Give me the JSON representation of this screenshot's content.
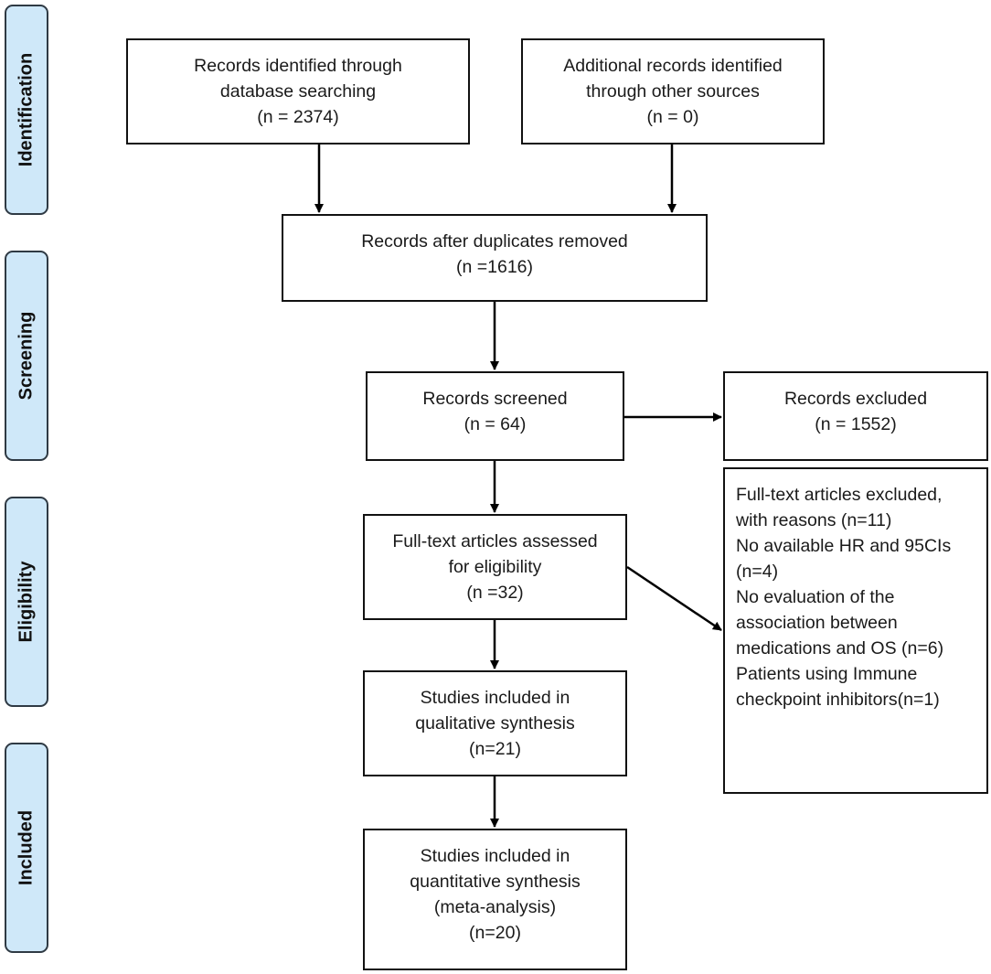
{
  "phases": {
    "identification": "Identification",
    "screening": "Screening",
    "eligibility": "Eligibility",
    "included": "Included"
  },
  "boxes": {
    "database_search": {
      "lines": [
        "Records identified through",
        "database searching",
        "(n = 2374)"
      ]
    },
    "other_sources": {
      "lines": [
        "Additional records identified",
        "through other sources",
        "(n = 0)"
      ]
    },
    "duplicates_removed": {
      "lines": [
        "Records after duplicates removed",
        "(n =1616)"
      ]
    },
    "screened": {
      "lines": [
        "Records screened",
        "(n = 64)"
      ]
    },
    "excluded": {
      "lines": [
        "Records excluded",
        "(n = 1552)"
      ]
    },
    "fulltext_assessed": {
      "lines": [
        "Full-text articles assessed",
        "for eligibility",
        "(n =32)"
      ]
    },
    "fulltext_excluded": {
      "lines": [
        "Full-text articles excluded,",
        "with reasons (n=11)",
        "No available HR and 95CIs",
        "(n=4)",
        "No evaluation of the",
        "association between",
        "medications and OS (n=6)",
        "Patients using Immune",
        "checkpoint inhibitors(n=1)"
      ]
    },
    "qualitative": {
      "lines": [
        "Studies included in",
        "qualitative synthesis",
        "(n=21)"
      ]
    },
    "quantitative": {
      "lines": [
        "Studies included in",
        "quantitative synthesis",
        "(meta-analysis)",
        "(n=20)"
      ]
    }
  }
}
